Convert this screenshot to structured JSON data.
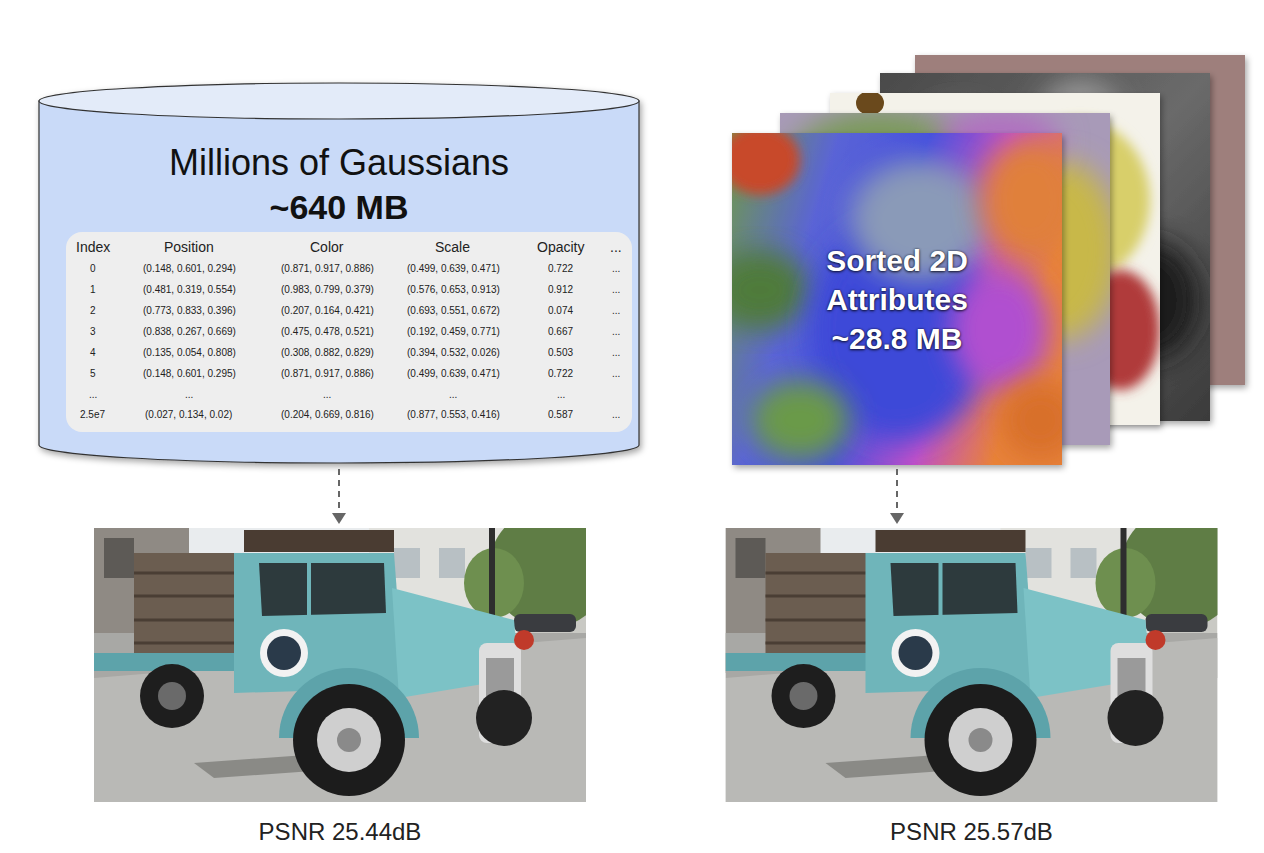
{
  "diagram": {
    "nodes": [
      {
        "text": [
          "Millions of Gaussians",
          "~640 MB"
        ]
      },
      {
        "text": [
          "Sorted 2D Attributes",
          "~28.8 MB"
        ]
      },
      {
        "text": [
          "PSNR 25.44dB"
        ]
      },
      {
        "text": [
          "PSNR 25.57dB"
        ]
      }
    ],
    "edges": [
      {
        "from": 0,
        "to": 2,
        "arrow": "to"
      },
      {
        "from": 1,
        "to": 3,
        "arrow": "to"
      }
    ],
    "labels": [
      "Index",
      "Position",
      "Color",
      "Scale",
      "Opacity",
      "...",
      "0",
      "(0.148, 0.601, 0.294)",
      "(0.871, 0.917, 0.886)",
      "(0.499, 0.639, 0.471)",
      "0.722",
      "...",
      "1",
      "(0.481, 0.319, 0.554)",
      "(0.983, 0.799, 0.379)",
      "(0.576, 0.653, 0.913)",
      "0.912",
      "...",
      "2",
      "(0.773, 0.833, 0.396)",
      "(0.207, 0.164, 0.421)",
      "(0.693, 0.551, 0.672)",
      "0.074",
      "...",
      "3",
      "(0.838, 0.267, 0.669)",
      "(0.475, 0.478, 0.521)",
      "(0.192, 0.459, 0.771)",
      "0.667",
      "...",
      "4",
      "(0.135, 0.054, 0.808)",
      "(0.308, 0.882, 0.829)",
      "(0.394, 0.532, 0.026)",
      "0.503",
      "...",
      "5",
      "(0.148, 0.601, 0.295)",
      "(0.871, 0.917, 0.886)",
      "(0.499, 0.639, 0.471)",
      "0.722",
      "...",
      "...",
      "...",
      "...",
      "...",
      "...",
      "2.5e7",
      "(0.027, 0.134, 0.02)",
      "(0.204, 0.669, 0.816)",
      "(0.877, 0.553, 0.416)",
      "0.587",
      "..."
    ]
  }
}
